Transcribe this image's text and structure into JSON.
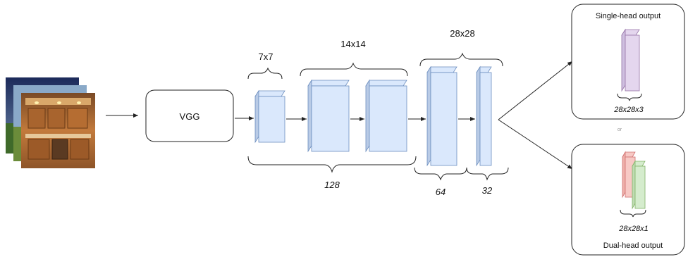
{
  "input": {
    "image": "stacked-scene-photos-kitchen"
  },
  "backbone": {
    "label": "VGG"
  },
  "sizes": {
    "s7": "7x7",
    "s14": "14x14",
    "s28": "28x28"
  },
  "channels": {
    "c128": "128",
    "c64": "64",
    "c32": "32"
  },
  "outputs": {
    "single": {
      "title": "Single-head output",
      "dims": "28x28x3",
      "color": "#e4d6ee"
    },
    "separator": "or",
    "dual": {
      "title": "Dual-head output",
      "dims": "28x28x1",
      "colors": [
        "#f7c9c5",
        "#d5eccd"
      ]
    }
  },
  "colors": {
    "block": "#dae8fc",
    "block_edge": "#6c8ebf"
  }
}
